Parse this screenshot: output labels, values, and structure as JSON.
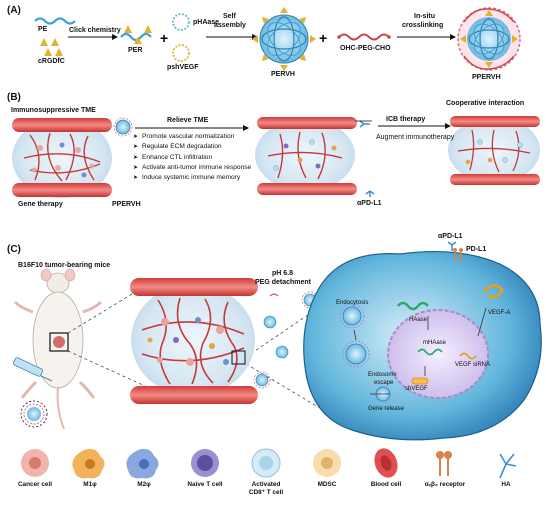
{
  "panel_a": {
    "label": "(A)",
    "pe": "PE",
    "crgd": "cRGDfC",
    "click": "Click chemistry",
    "per": "PER",
    "phaase": "pHAase",
    "pshvegf": "pshVEGF",
    "self_assembly_1": "Self",
    "self_assembly_2": "assembly",
    "pervh": "PERVH",
    "ohc": "OHC-PEG-CHO",
    "insitu_1": "In-situ",
    "insitu_2": "crosslinking",
    "ppervh": "PPERVH"
  },
  "panel_b": {
    "label": "(B)",
    "tme": "Immunosuppressive TME",
    "relieve": "Relieve TME",
    "list": [
      "Promote vascular normalization",
      "Regulate ECM degradation",
      "Enhance CTL infiltration",
      "Activate anti-tumor immune response",
      "Induce systemic immune memory"
    ],
    "gene_therapy": "Gene therapy",
    "ppervh": "PPERVH",
    "icb": "ICB therapy",
    "augment": "Augment immunotherapy",
    "coop": "Cooperative interaction",
    "apdl1": "αPD-L1"
  },
  "panel_c": {
    "label": "(C)",
    "mice": "B16F10 tumor-bearing mice",
    "ph_1": "pH 6.8",
    "ph_2": "PEG detachment",
    "apdl1": "αPD-L1",
    "pdl1": "PD-L1",
    "endocytosis": "Endocytosis",
    "haase": "HAase",
    "vegfa": "VEGF-A",
    "mhaase": "mHAase",
    "vegf_sirna": "VEGF siRNA",
    "shvegf": "shVEGF",
    "endosome_1": "Endosome",
    "endosome_2": "escape",
    "gene_release": "Gene release"
  },
  "legend": [
    {
      "label_1": "Cancer cell",
      "label_2": "",
      "color": "#e8a39a"
    },
    {
      "label_1": "M1φ",
      "label_2": "",
      "color": "#e8a24a"
    },
    {
      "label_1": "M2φ",
      "label_2": "",
      "color": "#6f8fd0"
    },
    {
      "label_1": "Naive T cell",
      "label_2": "",
      "color": "#7a6fb8"
    },
    {
      "label_1": "Activated",
      "label_2": "CD8⁺ T cell",
      "color": "#b9dcec"
    },
    {
      "label_1": "MDSC",
      "label_2": "",
      "color": "#f2d2a0"
    },
    {
      "label_1": "Blood cell",
      "label_2": "",
      "color": "#d94a4a"
    },
    {
      "label_1": "αᵥβ₃ receptor",
      "label_2": "",
      "color": "#d9824a"
    },
    {
      "label_1": "HA",
      "label_2": "",
      "color": "#3a8fd6"
    }
  ]
}
